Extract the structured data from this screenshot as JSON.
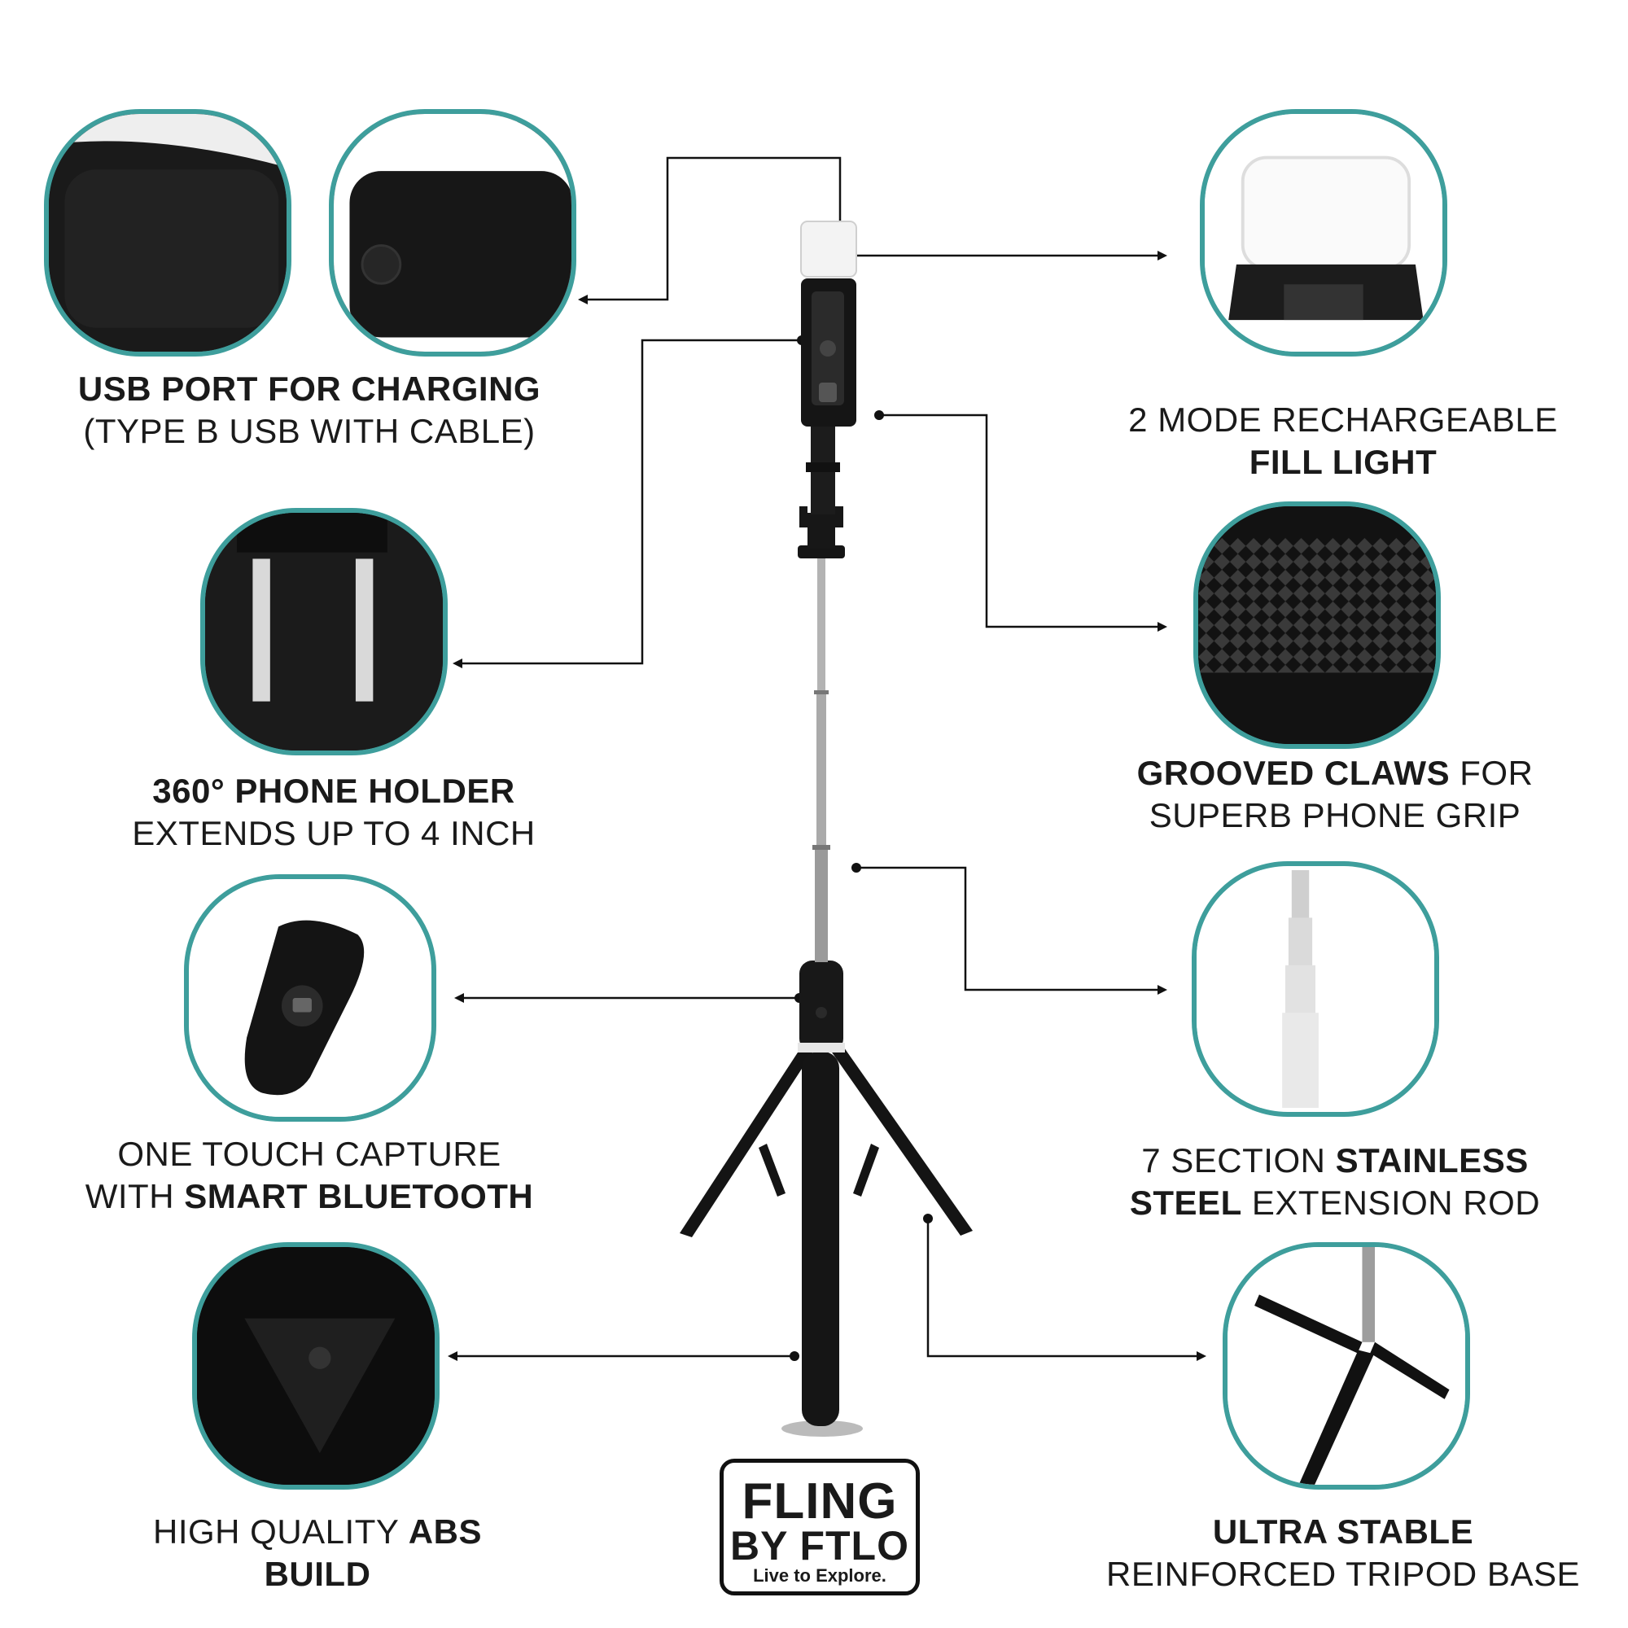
{
  "features": {
    "usb_port": {
      "title": "USB PORT FOR CHARGING",
      "subtitle": "(TYPE B USB WITH CABLE)"
    },
    "fill_light": {
      "line1": "2 MODE RECHARGEABLE",
      "line2_bold": "FILL LIGHT"
    },
    "phone_holder": {
      "title": "360° PHONE HOLDER",
      "subtitle": "EXTENDS UP TO 4 INCH"
    },
    "grooved_claws": {
      "bold": "GROOVED CLAWS",
      "rest": " FOR",
      "line2": "SUPERB PHONE GRIP"
    },
    "bluetooth": {
      "line1": "ONE TOUCH CAPTURE",
      "line2_pre": "WITH ",
      "line2_bold": "SMART BLUETOOTH"
    },
    "extension_rod": {
      "pre": "7 SECTION ",
      "bold": "STAINLESS",
      "line2_bold": "STEEL",
      "line2_rest": " EXTENSION ROD"
    },
    "abs_build": {
      "pre": "HIGH QUALITY ",
      "bold": "ABS",
      "line2_bold": "BUILD"
    },
    "tripod_base": {
      "bold": "ULTRA STABLE",
      "line2": "REINFORCED TRIPOD BASE"
    }
  },
  "logo": {
    "line1": "FLING",
    "line2": "BY FTLO",
    "tagline": "Live to Explore."
  },
  "colors": {
    "accent": "#3e9e9c",
    "ink": "#1a1a1a",
    "product": "#121212"
  }
}
